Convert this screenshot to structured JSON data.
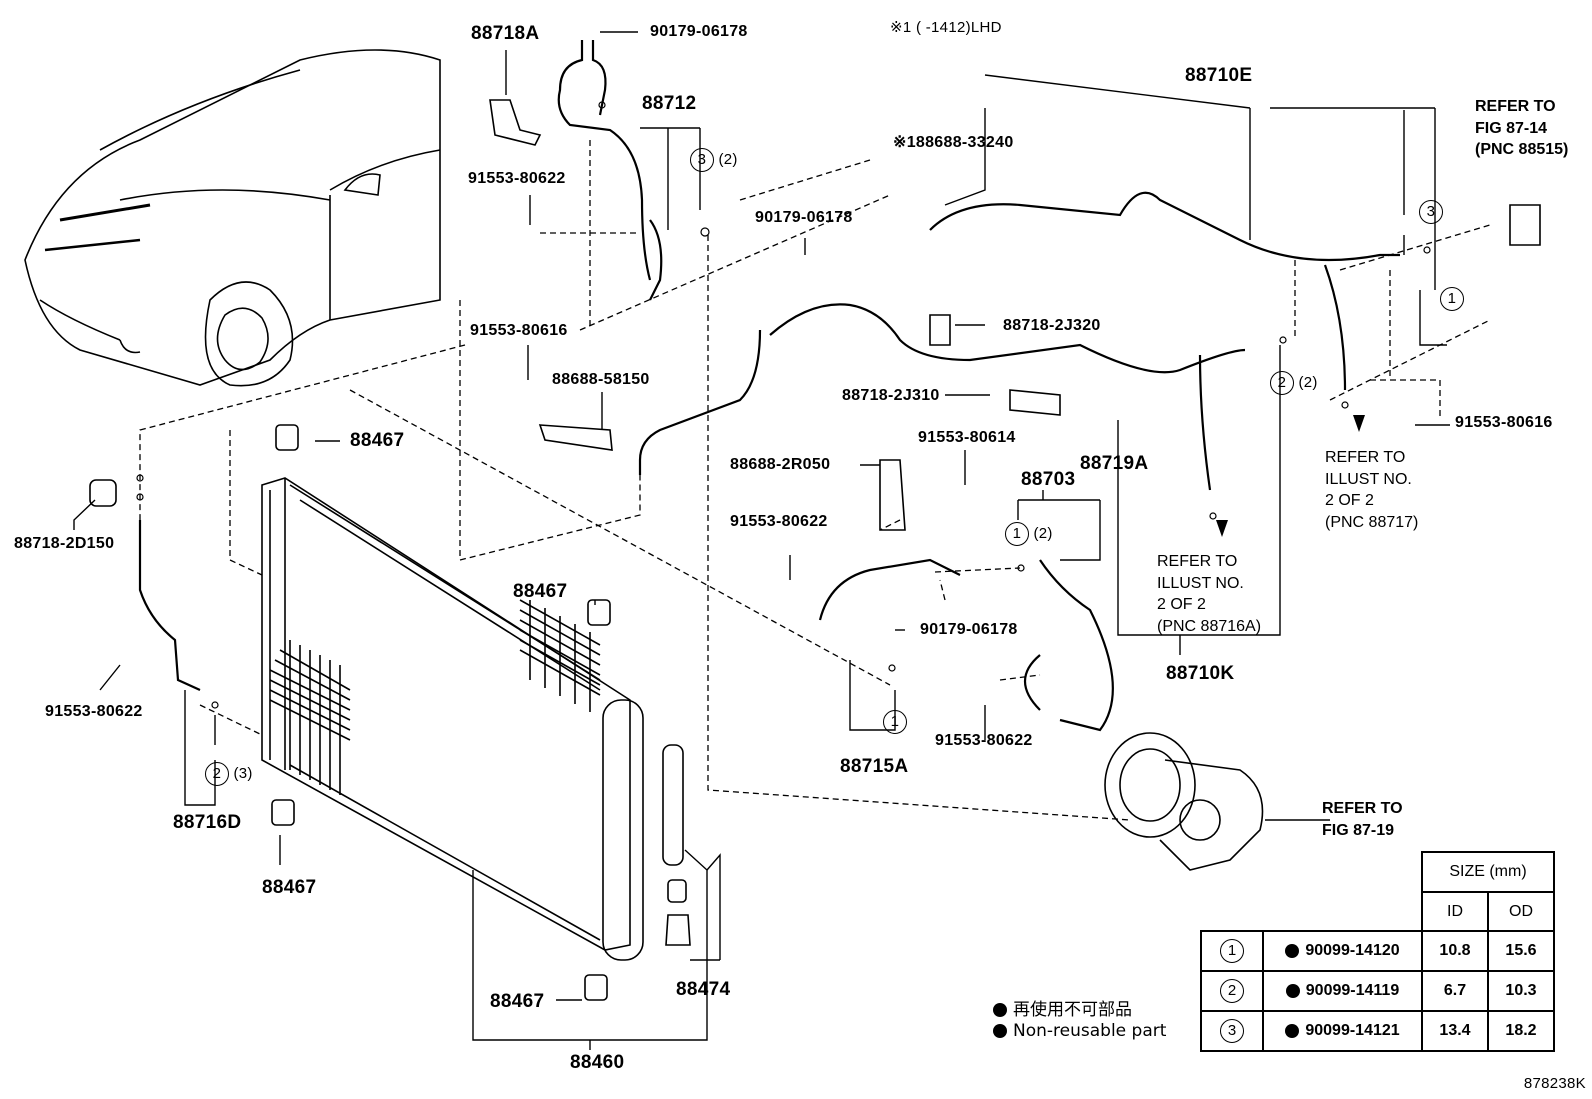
{
  "header_note": "※1 (      -1412)LHD",
  "figure_id": "878238K",
  "parts": {
    "p88718A": "88718A",
    "p90179_top": "90179-06178",
    "p88712": "88712",
    "p88712_qty": "(2)",
    "p91553_80622_a": "91553-80622",
    "p91553_80616_a": "91553-80616",
    "p88688_58150": "88688-58150",
    "p88467_a": "88467",
    "p88467_b": "88467",
    "p88467_c": "88467",
    "p88467_d": "88467",
    "p88718_2D150": "88718-2D150",
    "p91553_80622_b": "91553-80622",
    "p88716D": "88716D",
    "p88716D_qty": "(3)",
    "p88474": "88474",
    "p88460": "88460",
    "p88710E": "88710E",
    "p88688_33240": "※188688-33240",
    "p90179_mid": "90179-06178",
    "p88718_2J320": "88718-2J320",
    "p88718_2J310": "88718-2J310",
    "p91553_80614": "91553-80614",
    "p88688_2R050": "88688-2R050",
    "p88703": "88703",
    "p88703_qty": "(2)",
    "p88719A": "88719A",
    "p91553_80622_c": "91553-80622",
    "p90179_low": "90179-06178",
    "p88715A": "88715A",
    "p91553_80622_d": "91553-80622",
    "p88710K": "88710K",
    "p91553_80616_b": "91553-80616",
    "p88710_qty": "(2)"
  },
  "refers": {
    "fig_87_14": "REFER TO\nFIG 87-14\n(PNC 88515)",
    "illust_88717": "REFER TO\nILLUST NO.\n2 OF 2\n(PNC 88717)",
    "illust_88716A": "REFER TO\nILLUST NO.\n2 OF 2\n(PNC 88716A)",
    "fig_87_19": "REFER TO\nFIG 87-19"
  },
  "size_table": {
    "header": "SIZE (mm)",
    "col_id": "ID",
    "col_od": "OD",
    "rows": [
      {
        "mark": "1",
        "part": "90099-14120",
        "id": "10.8",
        "od": "15.6"
      },
      {
        "mark": "2",
        "part": "90099-14119",
        "id": "6.7",
        "od": "10.3"
      },
      {
        "mark": "3",
        "part": "90099-14121",
        "id": "13.4",
        "od": "18.2"
      }
    ]
  },
  "legend": {
    "jp": "再使用不可部品",
    "en": "Non-reusable part"
  },
  "circle_marks": {
    "one": "1",
    "two": "2",
    "three": "3"
  }
}
